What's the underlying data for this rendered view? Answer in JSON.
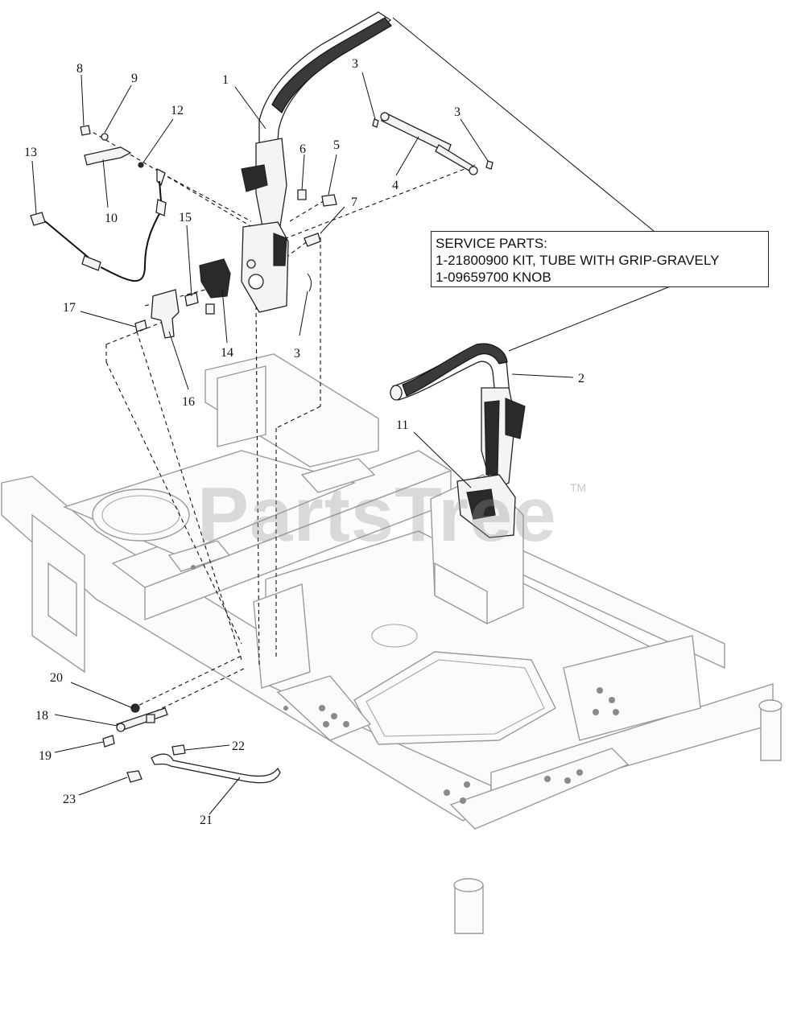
{
  "service_parts": {
    "heading": "SERVICE PARTS:",
    "lines": [
      "1-21800900 KIT, TUBE WITH GRIP-GRAVELY",
      "1-09659700 KNOB"
    ]
  },
  "watermark": {
    "text": "PartsTree",
    "tm": "TM"
  },
  "callouts": {
    "c1": "1",
    "c2": "2",
    "c3a": "3",
    "c3b": "3",
    "c3c": "3",
    "c4": "4",
    "c5": "5",
    "c6": "6",
    "c7": "7",
    "c8": "8",
    "c9": "9",
    "c10": "10",
    "c11": "11",
    "c12": "12",
    "c13": "13",
    "c14": "14",
    "c15": "15",
    "c16": "16",
    "c17": "17",
    "c18": "18",
    "c19": "19",
    "c20": "20",
    "c21": "21",
    "c22": "22",
    "c23": "23"
  }
}
